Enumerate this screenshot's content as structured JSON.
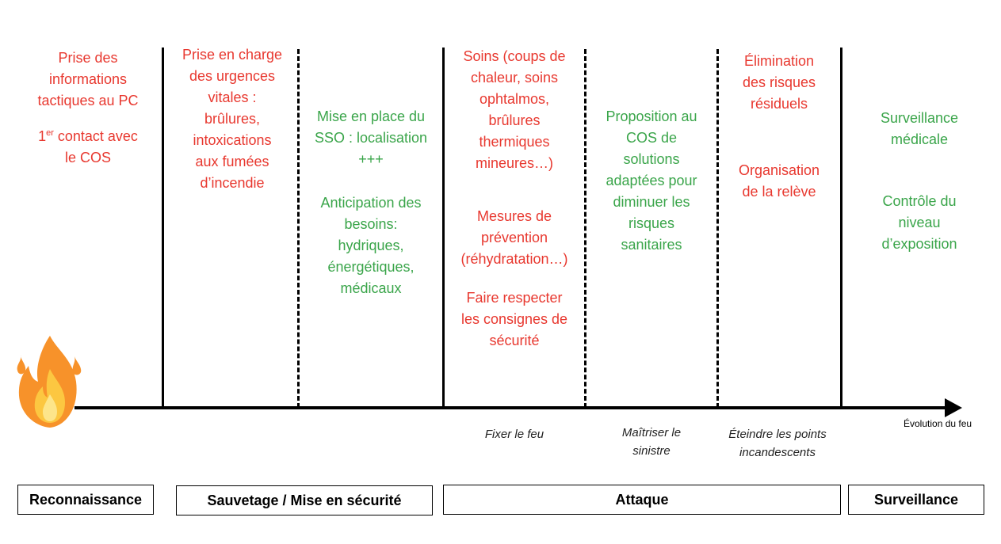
{
  "columns": {
    "reconnaissance": {
      "lines": [
        "Prise des",
        "informations",
        "tactiques au PC"
      ],
      "contact_prefix": "1",
      "contact_sup": "er",
      "contact_rest": " contact avec",
      "contact_line2": "le COS"
    },
    "urgences": {
      "lines": [
        "Prise en charge",
        "des urgences",
        "vitales :",
        "brûlures,",
        "intoxications",
        "aux fumées",
        "d’incendie"
      ]
    },
    "sso": {
      "block1": [
        "Mise en place du",
        "SSO : localisation",
        "+++"
      ],
      "block2": [
        "Anticipation des",
        "besoins:",
        "hydriques,",
        "énergétiques,",
        "médicaux"
      ]
    },
    "soins": {
      "block1": [
        "Soins (coups de",
        "chaleur, soins",
        "ophtalmos,",
        "brûlures",
        "thermiques",
        "mineures…)"
      ],
      "block2": [
        "Mesures de",
        "prévention",
        "(réhydratation…)"
      ],
      "block3": [
        "Faire respecter",
        "les consignes de",
        "sécurité"
      ]
    },
    "proposition": {
      "lines": [
        "Proposition au",
        "COS de",
        "solutions",
        "adaptées pour",
        "diminuer les",
        "risques",
        "sanitaires"
      ]
    },
    "elimination": {
      "block1": [
        "Élimination",
        "des risques",
        "résiduels"
      ],
      "block2": [
        "Organisation",
        "de la relève"
      ]
    },
    "surveillance": {
      "block1": [
        "Surveillance",
        "médicale"
      ],
      "block2": [
        "Contrôle du",
        "niveau",
        "d’exposition"
      ]
    }
  },
  "phases": {
    "fixer": "Fixer le feu",
    "maitriser": [
      "Maîtriser le",
      "sinistre"
    ],
    "eteindre": [
      "Éteindre les points",
      "incandescents"
    ]
  },
  "axis_label": "Évolution du feu",
  "stages": {
    "reconnaissance": "Reconnaissance",
    "sauvetage": "Sauvetage / Mise en sécurité",
    "attaque": "Attaque",
    "surveillance": "Surveillance"
  },
  "icons": {
    "fire": "fire-icon"
  },
  "colors": {
    "red": "#e8382f",
    "green": "#3aa54a"
  }
}
